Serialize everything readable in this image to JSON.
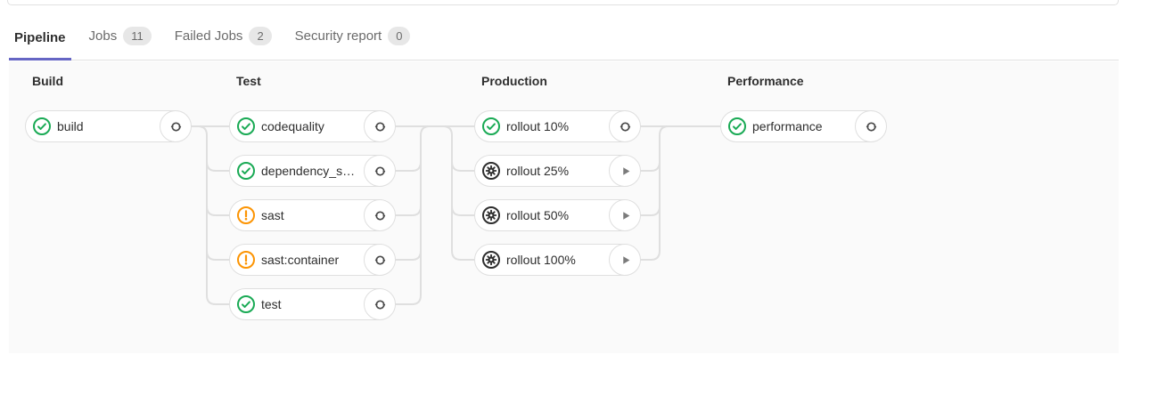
{
  "tabs": {
    "items": [
      {
        "label": "Pipeline",
        "badge": null,
        "active": true
      },
      {
        "label": "Jobs",
        "badge": "11",
        "active": false
      },
      {
        "label": "Failed Jobs",
        "badge": "2",
        "active": false
      },
      {
        "label": "Security report",
        "badge": "0",
        "active": false
      }
    ]
  },
  "colors": {
    "accent": "#6666c4",
    "success": "#1aaa55",
    "warning": "#fc9403",
    "manual": "#2e2e2e",
    "connector": "#dfdfdf",
    "graph_bg": "#fafafa",
    "pill_border": "#dfdfdf",
    "retry_glyph": "#4a4a4a",
    "play_glyph": "#7b7b7b"
  },
  "pipeline": {
    "stages": [
      {
        "name": "Build",
        "jobs": [
          {
            "label": "build",
            "status": "success",
            "action": "retry"
          }
        ]
      },
      {
        "name": "Test",
        "jobs": [
          {
            "label": "codequality",
            "status": "success",
            "action": "retry"
          },
          {
            "label": "dependency_s…",
            "status": "success",
            "action": "retry"
          },
          {
            "label": "sast",
            "status": "warning",
            "action": "retry"
          },
          {
            "label": "sast:container",
            "status": "warning",
            "action": "retry"
          },
          {
            "label": "test",
            "status": "success",
            "action": "retry"
          }
        ]
      },
      {
        "name": "Production",
        "jobs": [
          {
            "label": "rollout 10%",
            "status": "success",
            "action": "retry"
          },
          {
            "label": "rollout 25%",
            "status": "manual",
            "action": "play"
          },
          {
            "label": "rollout 50%",
            "status": "manual",
            "action": "play"
          },
          {
            "label": "rollout 100%",
            "status": "manual",
            "action": "play"
          }
        ]
      },
      {
        "name": "Performance",
        "jobs": [
          {
            "label": "performance",
            "status": "success",
            "action": "retry"
          }
        ]
      }
    ]
  }
}
